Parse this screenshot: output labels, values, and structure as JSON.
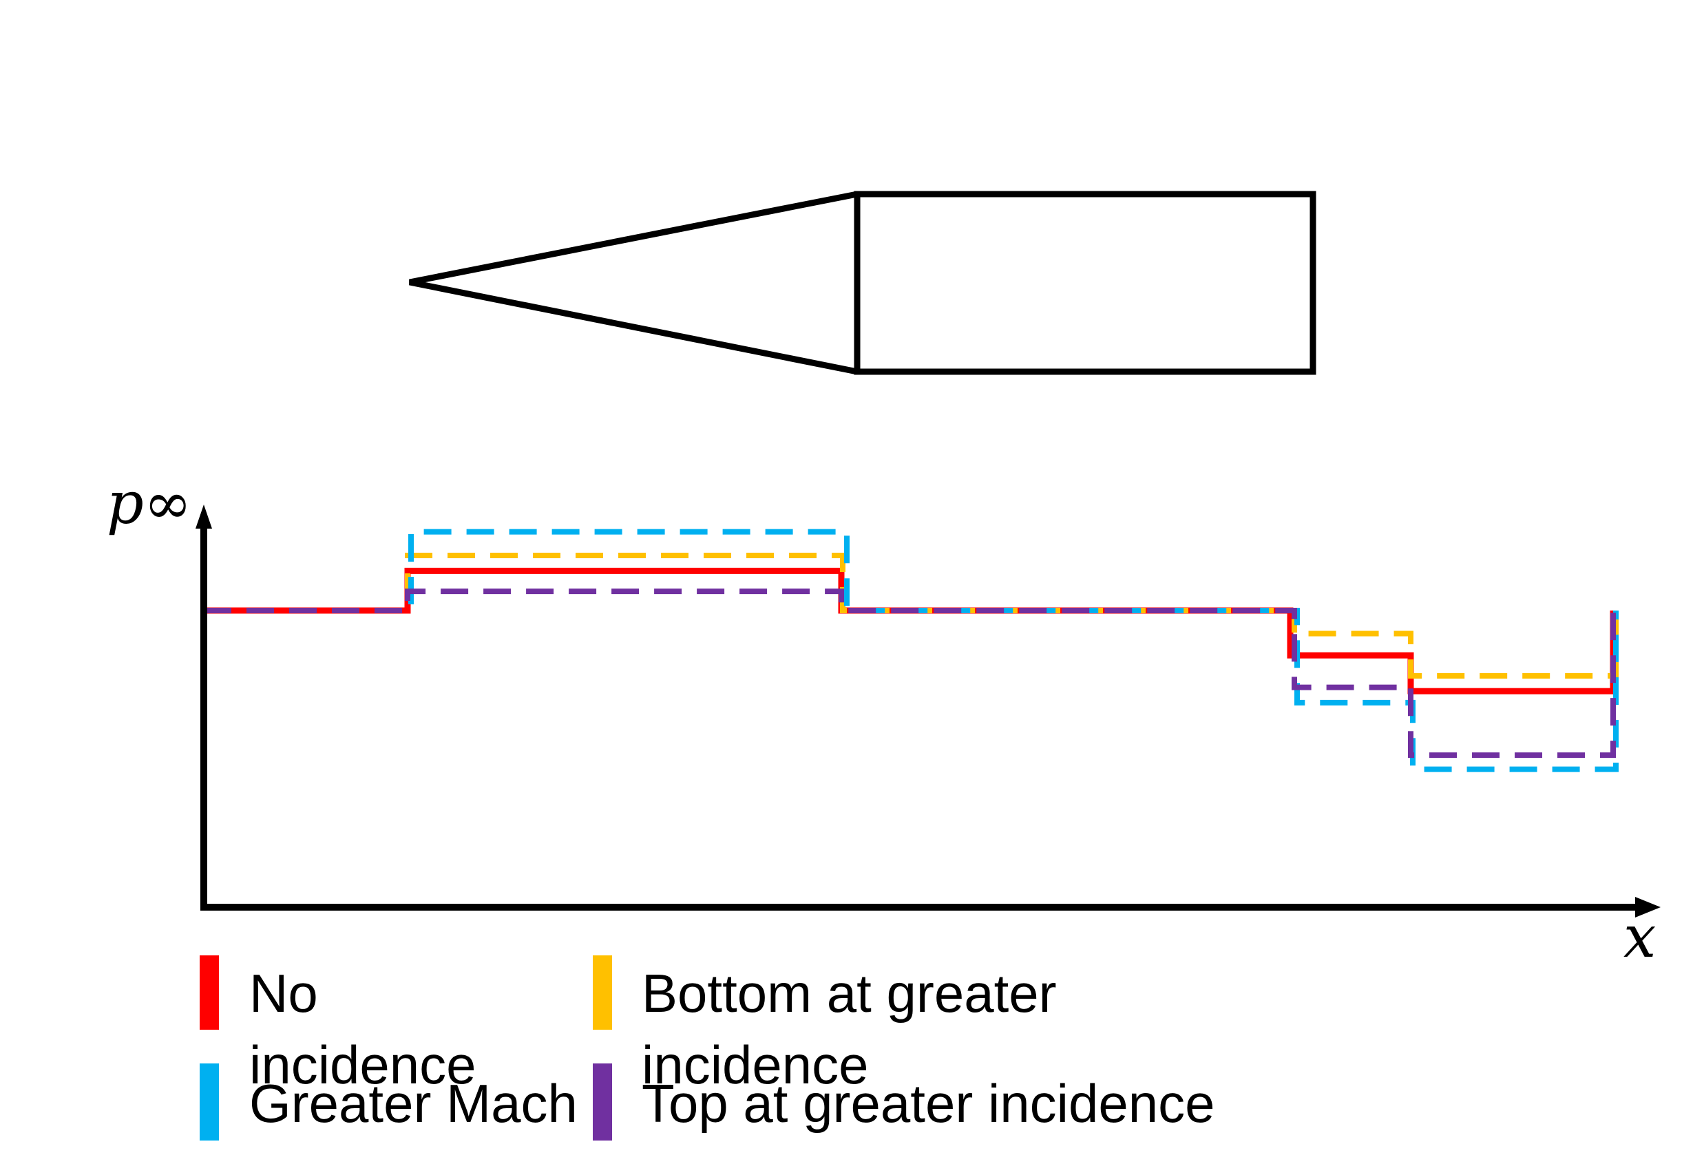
{
  "diagram": {
    "axes": {
      "ylabel": "p∞",
      "xlabel": "x"
    },
    "series": [
      {
        "id": "no-incidence",
        "style": "solid",
        "color": "#ff0000",
        "levels": [
          0.0,
          0.62,
          0.0,
          -0.7,
          -1.26,
          0.0
        ]
      },
      {
        "id": "bottom-greater-incidence",
        "style": "dashed",
        "color": "#ffc000",
        "levels": [
          0.0,
          0.86,
          0.0,
          -0.36,
          -1.02,
          -0.04
        ]
      },
      {
        "id": "greater-mach",
        "style": "dashed",
        "color": "#00b0f0",
        "levels": [
          0.0,
          1.23,
          0.0,
          -1.44,
          -2.48,
          0.0
        ]
      },
      {
        "id": "top-greater-incidence",
        "style": "dashed",
        "color": "#7030a0",
        "levels": [
          0.0,
          0.3,
          0.0,
          -1.2,
          -2.26,
          0.0
        ]
      }
    ],
    "legend": [
      {
        "label": "No incidence",
        "color": "#ff0000",
        "series": "no-incidence"
      },
      {
        "label": "Bottom at greater incidence",
        "color": "#ffc000",
        "series": "bottom-greater-incidence"
      },
      {
        "label": "Greater Mach",
        "color": "#00b0f0",
        "series": "greater-mach"
      },
      {
        "label": "Top at greater incidence",
        "color": "#7030a0",
        "series": "top-greater-incidence"
      }
    ]
  }
}
